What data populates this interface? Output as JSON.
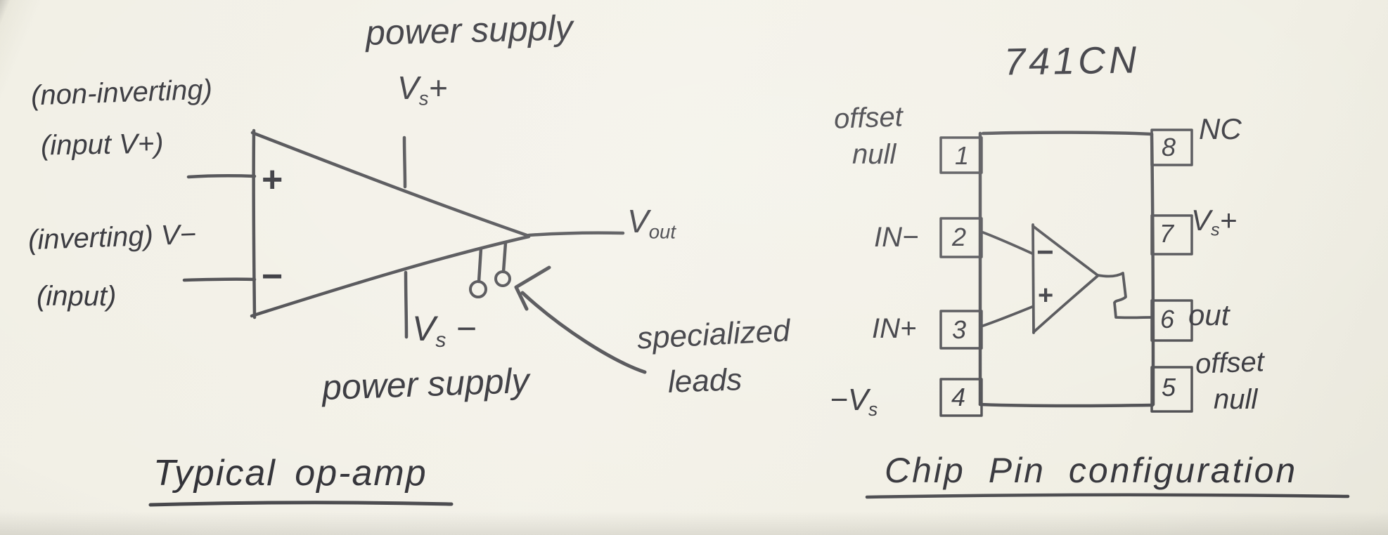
{
  "left_diagram": {
    "top_power_label": "power supply",
    "vs_plus_top": {
      "base": "V",
      "sub": "s",
      "suffix": "+"
    },
    "noninverting_label_line1": "(non-inverting)",
    "noninverting_label_line2": "(input V+)",
    "inverting_label_line1": "(inverting) V−",
    "inverting_label_line2": "(input)",
    "plus_input_symbol": "+",
    "minus_input_symbol": "−",
    "vout": {
      "base": "V",
      "sub": "out"
    },
    "vs_minus_bottom": {
      "base": "V",
      "sub": "s",
      "suffix": " −"
    },
    "bottom_power_label": "power supply",
    "leads_note_line1": "specialized",
    "leads_note_line2": "leads",
    "caption": "Typical op-amp"
  },
  "right_diagram": {
    "title": "741CN",
    "pin1": {
      "number": "1",
      "label_line1": "offset",
      "label_line2": "null"
    },
    "pin2": {
      "number": "2",
      "label": "IN−"
    },
    "pin3": {
      "number": "3",
      "label": "IN+"
    },
    "pin4": {
      "number": "4",
      "label_base": "−V",
      "label_sub": "s"
    },
    "pin8": {
      "number": "8",
      "label": "NC"
    },
    "pin7": {
      "number": "7",
      "label_base": "V",
      "label_sub": "s",
      "label_suffix": "+"
    },
    "pin6": {
      "number": "6",
      "label": "out"
    },
    "pin5": {
      "number": "5",
      "label_line1": "offset",
      "label_line2": "null"
    },
    "amp_minus_symbol": "−",
    "amp_plus_symbol": "+",
    "caption": "Chip Pin configuration"
  },
  "colors": {
    "ink": "#34343a",
    "paper": "#f3f1e8"
  }
}
